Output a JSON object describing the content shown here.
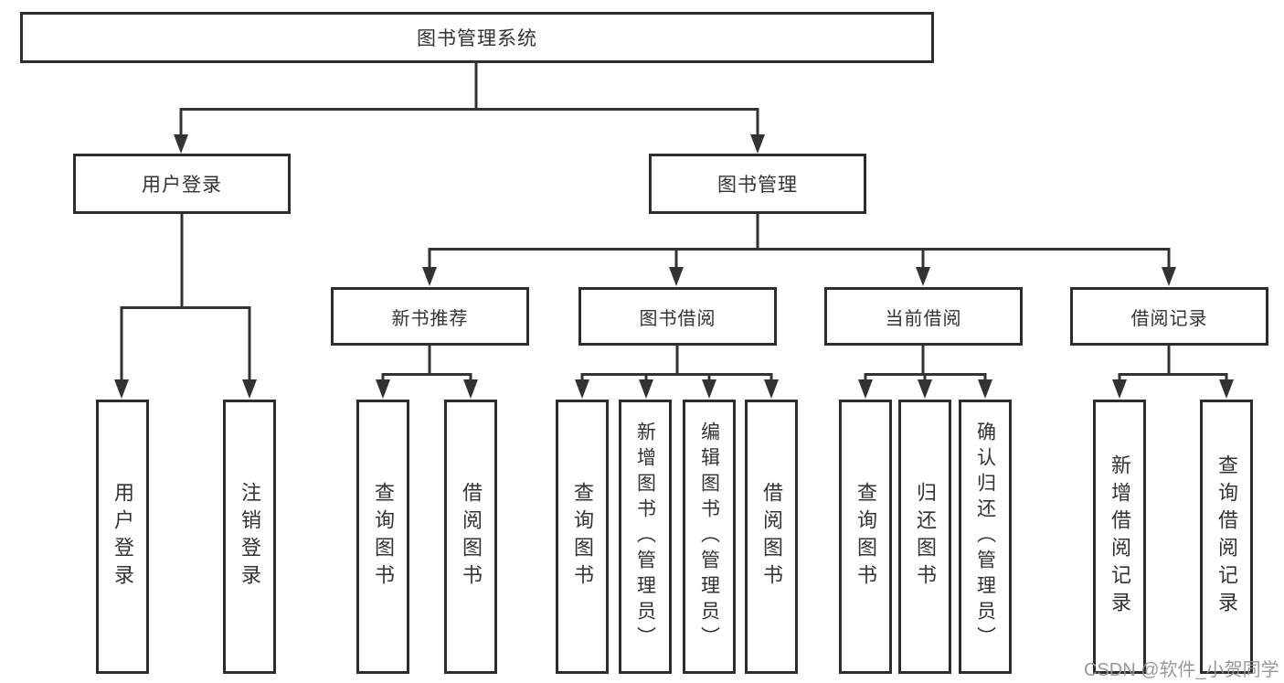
{
  "tree": {
    "root": "图书管理系统",
    "branches": [
      {
        "label": "用户登录",
        "children": [
          "用户登录",
          "注销登录"
        ]
      },
      {
        "label": "图书管理",
        "children": [
          {
            "label": "新书推荐",
            "children": [
              "查询图书",
              "借阅图书"
            ]
          },
          {
            "label": "图书借阅",
            "children": [
              "查询图书",
              "新增图书（管理员）",
              "编辑图书（管理员）",
              "借阅图书"
            ]
          },
          {
            "label": "当前借阅",
            "children": [
              "查询图书",
              "归还图书",
              "确认归还（管理员）"
            ]
          },
          {
            "label": "借阅记录",
            "children": [
              "新增借阅记录",
              "查询借阅记录"
            ]
          }
        ]
      }
    ]
  },
  "watermark": "CSDN @软件_小贺同学",
  "colors": {
    "line": "#333333",
    "text": "#333333",
    "box_background": "#ffffff",
    "watermark": "#949494"
  }
}
